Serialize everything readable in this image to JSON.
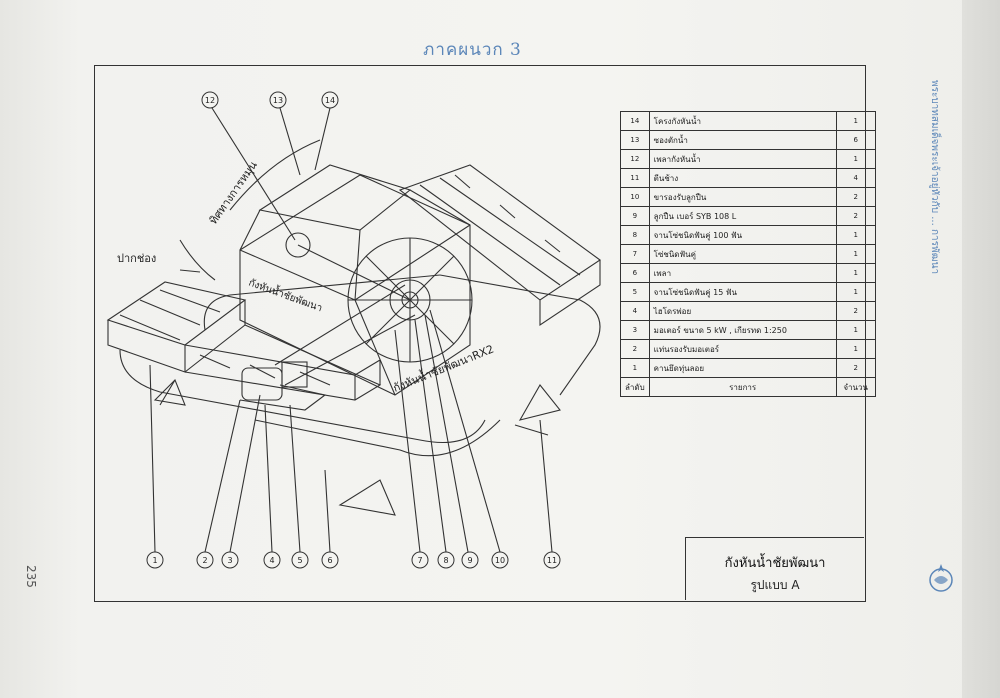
{
  "header": "ภาคผนวก 3",
  "side_text": "พระบาทสมเด็จพระเจ้าอยู่หัวกับ ... การพัฒนา",
  "page_number": "235",
  "drawing": {
    "label_mouth": "ปากช่อง",
    "label_direction": "ทิศทางการหมุน",
    "label_body": "กังหันน้ำชัยพัฒนา",
    "label_rx2": "กังหันน้ำชัยพัฒนาRX2",
    "callouts": [
      "1",
      "2",
      "3",
      "4",
      "5",
      "6",
      "7",
      "8",
      "9",
      "10",
      "11",
      "12",
      "13",
      "14"
    ]
  },
  "parts_table": {
    "rows": [
      {
        "no": "14",
        "desc": "โครงกังหันน้ำ",
        "qty": "1"
      },
      {
        "no": "13",
        "desc": "ซองตักน้ำ",
        "qty": "6"
      },
      {
        "no": "12",
        "desc": "เพลากังหันน้ำ",
        "qty": "1"
      },
      {
        "no": "11",
        "desc": "ตีนช้าง",
        "qty": "4"
      },
      {
        "no": "10",
        "desc": "ขารองรับลูกปืน",
        "qty": "2"
      },
      {
        "no": "9",
        "desc": "ลูกปืน เบอร์  SYB 108 L",
        "qty": "2"
      },
      {
        "no": "8",
        "desc": "จานโซ่ชนิดฟันคู่  100  ฟัน",
        "qty": "1"
      },
      {
        "no": "7",
        "desc": "โซ่ชนิดฟันคู่",
        "qty": "1"
      },
      {
        "no": "6",
        "desc": "เพลา",
        "qty": "1"
      },
      {
        "no": "5",
        "desc": "จานโซ่ชนิดฟันคู่  15  ฟัน",
        "qty": "1"
      },
      {
        "no": "4",
        "desc": "ไฮโดรพ่อย",
        "qty": "2"
      },
      {
        "no": "3",
        "desc": "มอเตอร์ ขนาด 5 kW , เกียรทด 1:250",
        "qty": "1"
      },
      {
        "no": "2",
        "desc": "แท่นรองรับมอเตอร์",
        "qty": "1"
      },
      {
        "no": "1",
        "desc": "คานยึดทุ่นลอย",
        "qty": "2"
      }
    ],
    "header": {
      "no": "ลำดับ",
      "desc": "รายการ",
      "qty": "จำนวน"
    }
  },
  "title_block": {
    "title": "กังหันน้ำชัยพัฒนา",
    "model": "รูปแบบ  A"
  }
}
